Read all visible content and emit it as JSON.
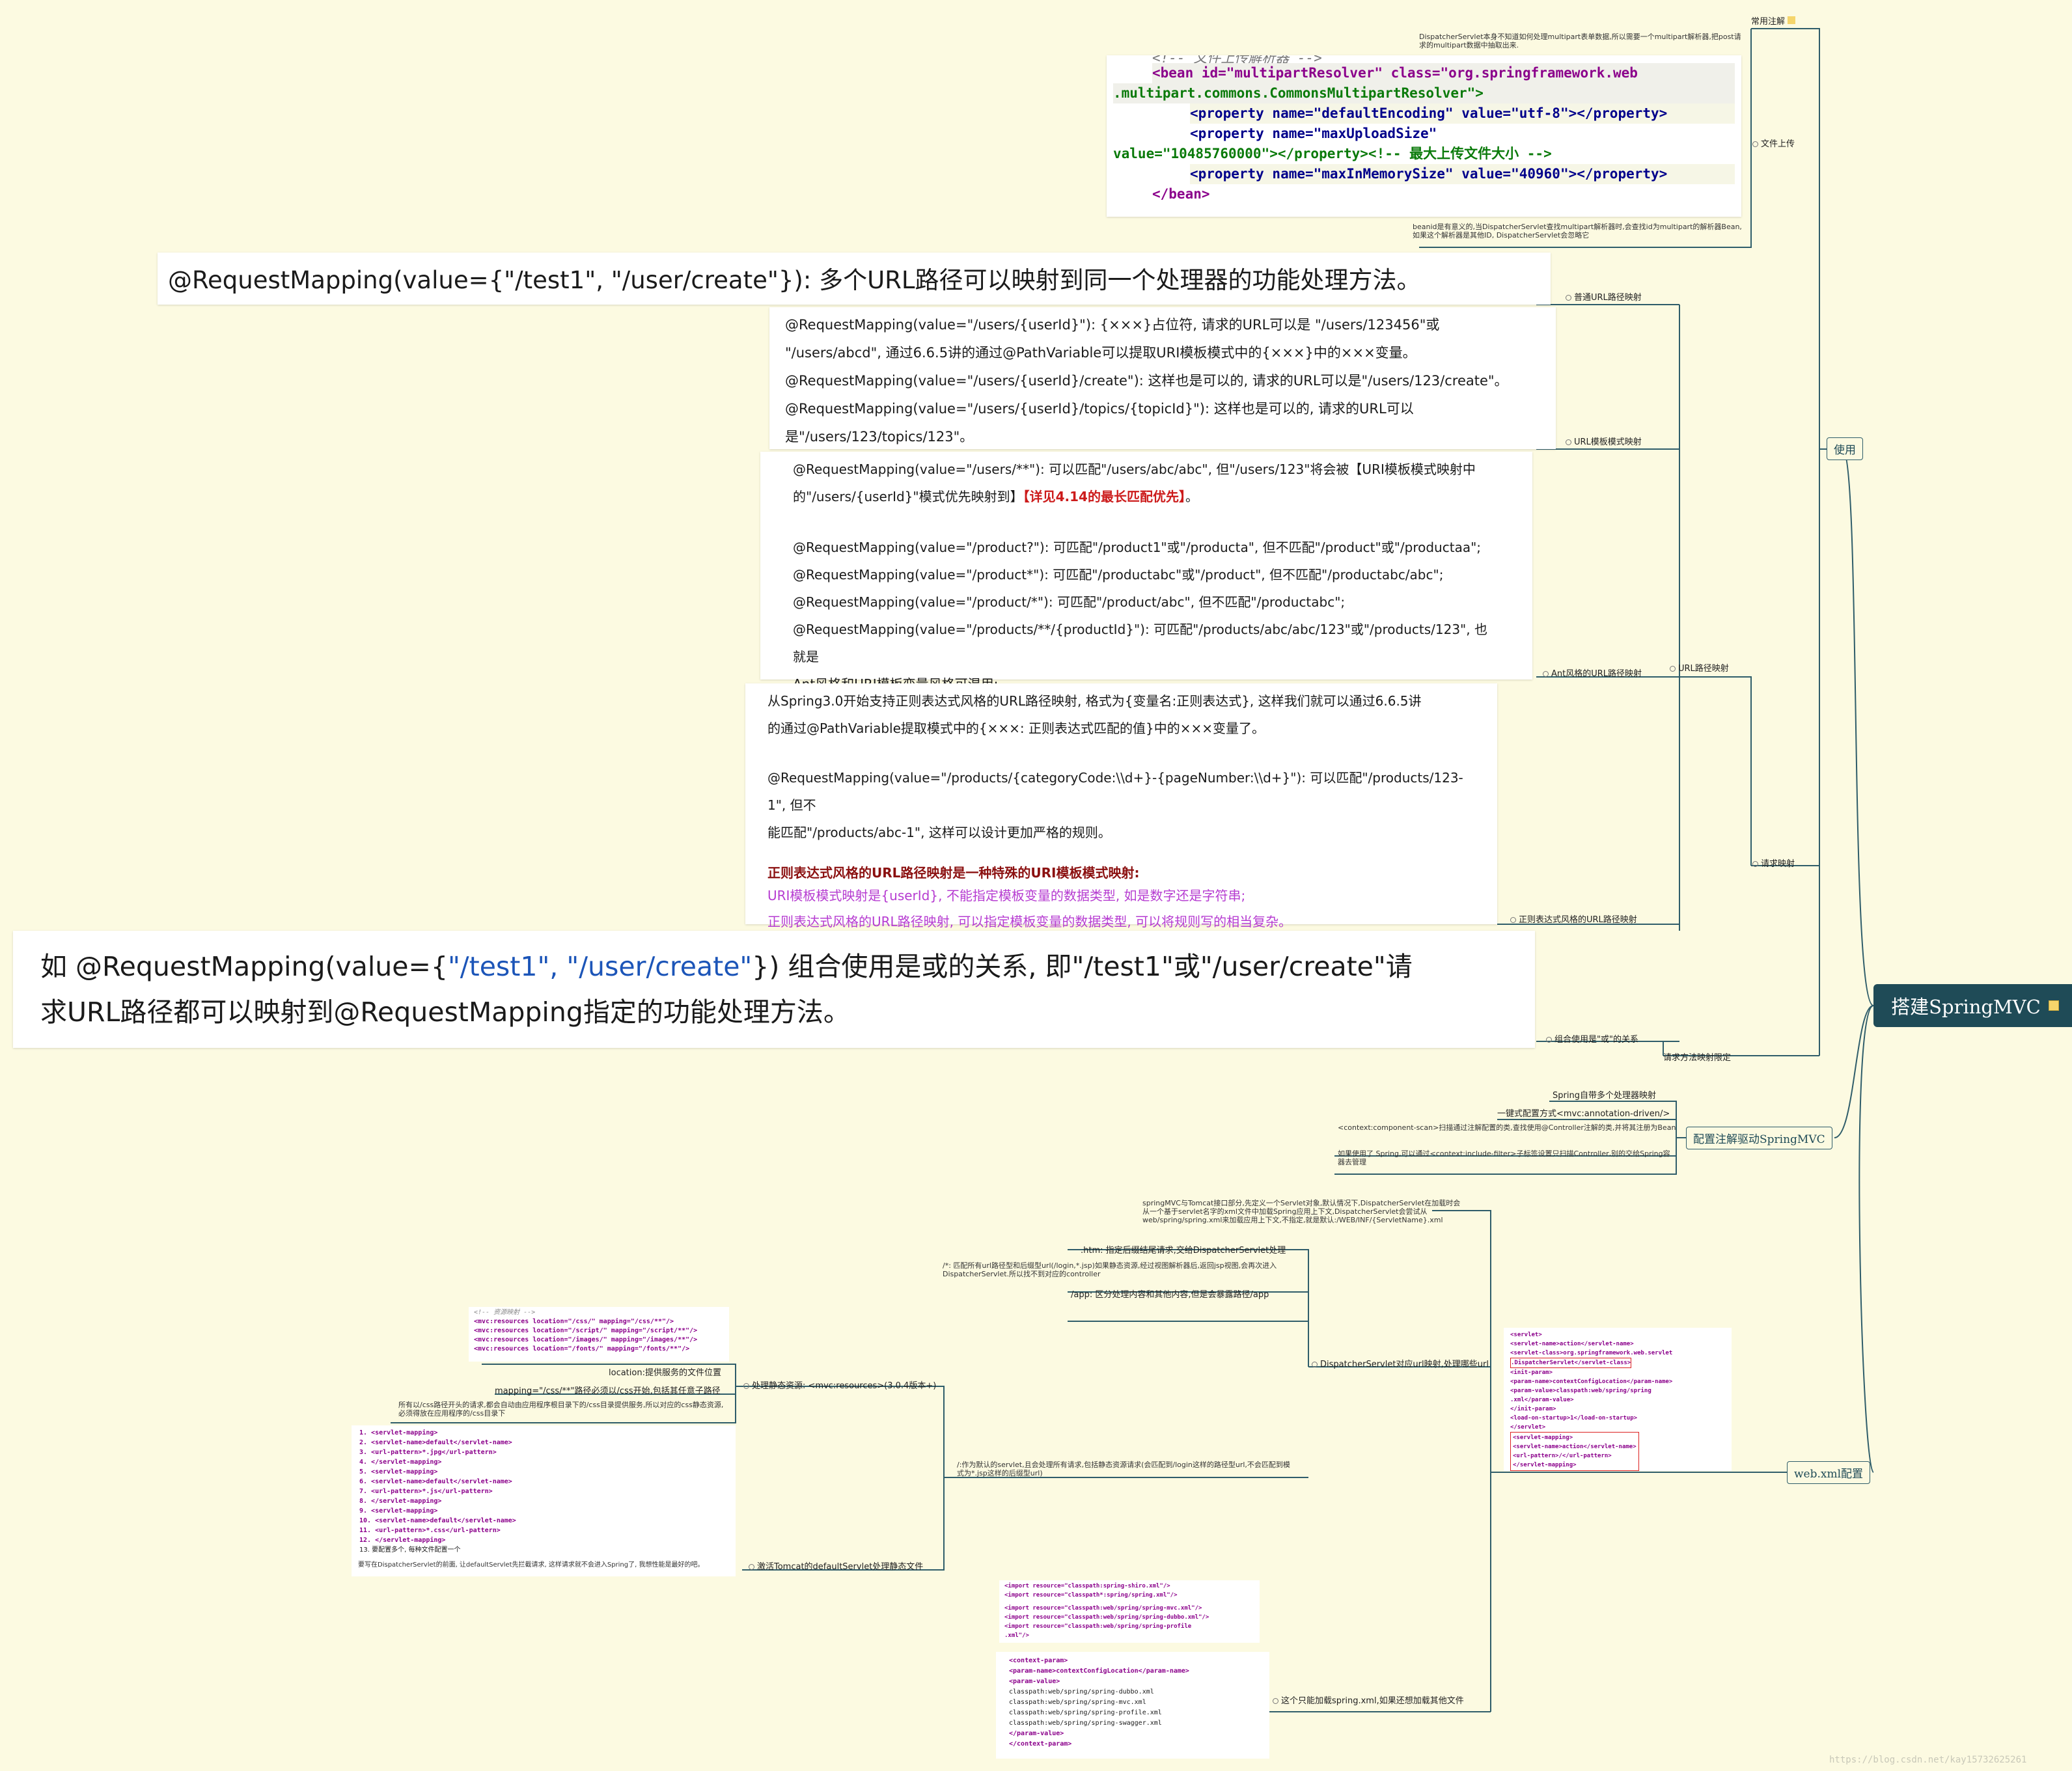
{
  "root": {
    "label": "搭建SpringMVC"
  },
  "branches": {
    "use": "使用",
    "annotation": "配置注解驱动SpringMVC",
    "webxml": "web.xml配置"
  },
  "use": {
    "common_annotations": "常用注解",
    "file_upload": "文件上传",
    "request_mapping": "请求映射",
    "request_method_limit": "请求方法映射限定",
    "url_path_mapping": "URL路径映射",
    "normal_url": "普通URL路径映射",
    "url_template": "URL模板模式映射",
    "ant_style": "Ant风格的URL路径映射",
    "regex_style": "正则表达式风格的URL路径映射",
    "combo_or": "组合使用是\"或\"的关系",
    "upload_note_top": "DispatcherServlet本身不知道如何处理multipart表单数据,所以需要一个multipart解析器,把post请求的multipart数据中抽取出来.",
    "upload_note_bottom": "beanid是有意义的,当DispatcherServlet查找multipart解析器时,会查找id为multipart的解析器Bean,如果这个解析器是其他ID, DispatcherServlet会忽略它",
    "upload_code": [
      "<!-- 文件上传解析器 -->",
      "<bean id=\"multipartResolver\" class=\"org.springframework.web",
      ".multipart.commons.CommonsMultipartResolver\">",
      "<property name=\"defaultEncoding\" value=\"utf-8\"></property>",
      "<property name=\"maxUploadSize\"",
      "value=\"10485760000\"></property><!-- 最大上传文件大小 -->",
      "<property name=\"maxInMemorySize\" value=\"40960\"></property>",
      "</bean>"
    ],
    "normal_card": "@RequestMapping(value={\"/test1\", \"/user/create\"}): 多个URL路径可以映射到同一个处理器的功能处理方法。",
    "template_card": [
      "@RequestMapping(value=\"/users/{userId}\"): {×××}占位符, 请求的URL可以是 \"/users/123456\"或",
      "\"/users/abcd\", 通过6.6.5讲的通过@PathVariable可以提取URI模板模式中的{×××}中的×××变量。",
      "@RequestMapping(value=\"/users/{userId}/create\"): 这样也是可以的, 请求的URL可以是\"/users/123/create\"。",
      "@RequestMapping(value=\"/users/{userId}/topics/{topicId}\"): 这样也是可以的, 请求的URL可以",
      "是\"/users/123/topics/123\"。"
    ],
    "ant_card": {
      "line1": "@RequestMapping(value=\"/users/**\"): 可以匹配\"/users/abc/abc\", 但\"/users/123\"将会被【URI模板模式映射中",
      "line2a": "的\"/users/{userId}\"模式优先映射到】",
      "line2b": "【详见4.14的最长匹配优先】",
      "line2c": "。",
      "line3": "@RequestMapping(value=\"/product?\"): 可匹配\"/product1\"或\"/producta\", 但不匹配\"/product\"或\"/productaa\";",
      "line4": "@RequestMapping(value=\"/product*\"): 可匹配\"/productabc\"或\"/product\", 但不匹配\"/productabc/abc\";",
      "line5": "@RequestMapping(value=\"/product/*\"): 可匹配\"/product/abc\", 但不匹配\"/productabc\";",
      "line6": "@RequestMapping(value=\"/products/**/{productId}\"): 可匹配\"/products/abc/abc/123\"或\"/products/123\", 也就是",
      "line7": "Ant风格和URI模板变量风格可混用;"
    },
    "regex_card": {
      "line1": "从Spring3.0开始支持正则表达式风格的URL路径映射, 格式为{变量名:正则表达式}, 这样我们就可以通过6.6.5讲",
      "line2": "的通过@PathVariable提取模式中的{×××: 正则表达式匹配的值}中的×××变量了。",
      "line3": "@RequestMapping(value=\"/products/{categoryCode:\\\\d+}-{pageNumber:\\\\d+}\"): 可以匹配\"/products/123-1\", 但不",
      "line4": "能匹配\"/products/abc-1\", 这样可以设计更加严格的规则。",
      "line5": "正则表达式风格的URL路径映射是一种特殊的URI模板模式映射:",
      "line6": "URI模板模式映射是{userId}, 不能指定模板变量的数据类型, 如是数字还是字符串;",
      "line7": "正则表达式风格的URL路径映射, 可以指定模板变量的数据类型, 可以将规则写的相当复杂。"
    },
    "combo_card": {
      "a": "如 @RequestMapping(value={",
      "b": "\"/test1\", \"/user/create\"",
      "c": "}) 组合使用是或的关系, 即\"/test1\"或\"/user/create\"请",
      "d": "求URL路径都可以映射到@RequestMapping指定的功能处理方法。"
    }
  },
  "annotation": {
    "n1": "Spring自带多个处理器映射",
    "n2": "一键式配置方式<mvc:annotation-driven/>",
    "n3": "<context:component-scan>扫描通过注解配置的类,查找使用@Controller注解的类,并将其注册为Bean",
    "n4": "如果使用了 Spring,可以通过<context:include-filter>子标签设置只扫描Controller,别的交给Spring容器去管理"
  },
  "webxml": {
    "intro": "springMVC与Tomcat接口部分,先定义一个Servlet对象,默认情况下,DispatcherServlet在加载时会从一个基于servlet名字的xml文件中加载Spring应用上下文,DispatcherServlet会尝试从web/spring/spring.xml来加载应用上下文,不指定,就是默认:/WEB/INF/{ServletName}.xml",
    "dispatcher_url": "DispatcherServlet对应url映射,处理哪些url",
    "html_suffix": ".htm: 指定后缀结尾请求,交给DispatcherServlet处理",
    "slash_star": "/*: 匹配所有url路径型和后缀型url(/login,*.jsp)如果静态资源,经过视图解析器后,返回jsp视图,会再次进入DispatcherServlet.所以找不到对应的controller",
    "app": "/app: 区分处理内容和其他内容,但是会暴露路径/app",
    "slash": "/:作为默认的servlet,且会处理所有请求,包括静态资源请求(会匹配到/login这样的路径型url,不会匹配到模式为*.jsp这样的后缀型url)",
    "static_res": "处理静态资源: <mvc:resources>(3.0.4版本+)",
    "location": "location:提供服务的文件位置",
    "mapping": "mapping=\"/css/**\"路径必须以/css开始,包括其任意子路径",
    "all_css": "所有以/css路径开头的请求,都会自动由应用程序根目录下的/css目录提供服务,所以对应的css静态资源,必须得放在应用程序的/css目录下",
    "tomcat_default": "激活Tomcat的defaultServlet处理静态文件",
    "tomcat_note": "要写在DispatcherServlet的前面, 让defaultServlet先拦截请求, 这样请求就不会进入Spring了, 我想性能是最好的吧。",
    "only_spring": "这个只能加载spring.xml,如果还想加载其他文件",
    "mvc_code": [
      "<!-- 资源映射 -->",
      "<mvc:resources location=\"/css/\" mapping=\"/css/**\"/>",
      "<mvc:resources location=\"/script/\" mapping=\"/script/**\"/>",
      "<mvc:resources location=\"/images/\" mapping=\"/images/**\"/>",
      "<mvc:resources location=\"/fonts/\" mapping=\"/fonts/**\"/>"
    ],
    "default_code": [
      "1. <servlet-mapping>",
      "2.     <servlet-name>default</servlet-name>",
      "3.     <url-pattern>*.jpg</url-pattern>",
      "4. </servlet-mapping>",
      "5. <servlet-mapping>",
      "6.     <servlet-name>default</servlet-name>",
      "7.     <url-pattern>*.js</url-pattern>",
      "8. </servlet-mapping>",
      "9. <servlet-mapping>",
      "10.    <servlet-name>default</servlet-name>",
      "11.    <url-pattern>*.css</url-pattern>",
      "12. </servlet-mapping>",
      "13. 要配置多个, 每种文件配置一个"
    ],
    "servlet_code": [
      "<servlet>",
      "  <servlet-name>action</servlet-name>",
      "  <servlet-class>org.springframework.web.servlet",
      ".DispatcherServlet</servlet-class>",
      "  <init-param>",
      "    <param-name>contextConfigLocation</param-name>",
      "    <param-value>classpath:web/spring/spring",
      ".xml</param-value>",
      "  </init-param>",
      "  <load-on-startup>1</load-on-startup>",
      "</servlet>",
      "<servlet-mapping>",
      "  <servlet-name>action</servlet-name>",
      "  <url-pattern>/</url-pattern>",
      "</servlet-mapping>"
    ],
    "import_code": [
      "<import resource=\"classpath:spring-shiro.xml\"/>",
      "<import resource=\"classpath*:spring/spring.xml\"/>",
      "",
      "<import resource=\"classpath:web/spring/spring-mvc.xml\"/>",
      "<import resource=\"classpath:web/spring/spring-dubbo.xml\"/>",
      "<import resource=\"classpath:web/spring/spring-profile",
      ".xml\"/>"
    ],
    "context_code": [
      "<context-param>",
      "  <param-name>contextConfigLocation</param-name>",
      "  <param-value>",
      "    classpath:web/spring/spring-dubbo.xml",
      "    classpath:web/spring/spring-mvc.xml",
      "    classpath:web/spring/spring-profile.xml",
      "    classpath:web/spring/spring-swagger.xml",
      "  </param-value>",
      "</context-param>"
    ]
  },
  "watermark": "https://blog.csdn.net/kay15732625261",
  "colors": {
    "background": "#fcfae1",
    "root": "#1f4b57",
    "line": "#2f5d6a"
  }
}
